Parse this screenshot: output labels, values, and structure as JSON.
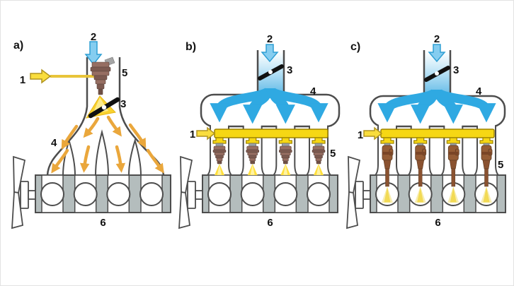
{
  "figure": {
    "description": "Three-panel engine fuel injection schematic",
    "panels": [
      {
        "id": "a",
        "label": "a)",
        "callouts": {
          "fuel": "1",
          "air": "2",
          "throttle": "3",
          "manifold": "4",
          "injector": "5",
          "engine": "6"
        }
      },
      {
        "id": "b",
        "label": "b)",
        "callouts": {
          "fuel": "1",
          "air": "2",
          "throttle": "3",
          "manifold": "4",
          "injector": "5",
          "engine": "6"
        }
      },
      {
        "id": "c",
        "label": "c)",
        "callouts": {
          "fuel": "1",
          "air": "2",
          "throttle": "3",
          "manifold": "4",
          "injector": "5",
          "engine": "6"
        }
      }
    ],
    "colors": {
      "air_blue": "#2fa9e2",
      "air_blue_light": "#85cdf0",
      "fuel_yellow": "#f6d714",
      "spray_yellow": "#f9d22e",
      "mixture_orange": "#eaa73c",
      "injector_brown": "#966e62",
      "injector_brown_direct": "#955c35",
      "engine_gray": "#b4bdbd",
      "outline_gray": "#4d4d4d"
    }
  }
}
